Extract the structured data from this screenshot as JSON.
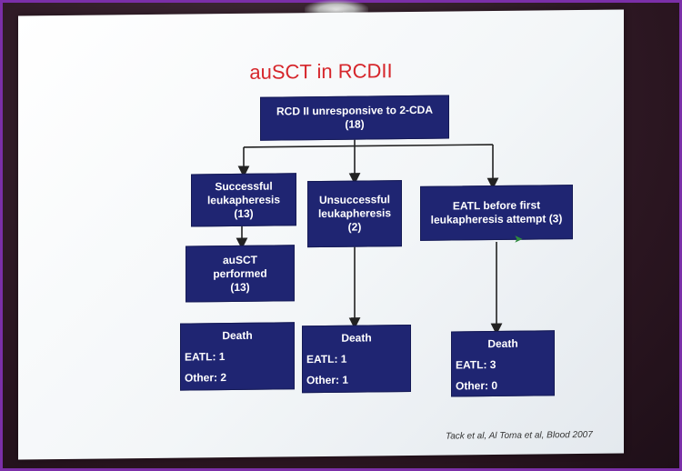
{
  "title": "auSCT in RCDII",
  "root": {
    "line1": "RCD II unresponsive to 2-CDA",
    "line2": "(18)"
  },
  "branches": [
    {
      "line1": "Successful",
      "line2": "leukapheresis",
      "line3": "(13)"
    },
    {
      "line1": "Unsuccessful",
      "line2": "leukapheresis",
      "line3": "(2)"
    },
    {
      "line1": "EATL before first",
      "line2": "leukapheresis attempt (3)"
    }
  ],
  "ausct": {
    "line1": "auSCT",
    "line2": "performed",
    "line3": "(13)"
  },
  "outcomes": [
    {
      "head": "Death",
      "row1": "EATL: 1",
      "row2": "Other: 2"
    },
    {
      "head": "Death",
      "row1": "EATL: 1",
      "row2": "Other: 1"
    },
    {
      "head": "Death",
      "row1": "EATL: 3",
      "row2": "Other: 0"
    }
  ],
  "citation": "Tack et al, Al Toma et al, Blood 2007",
  "colors": {
    "box": "#1f2572",
    "title": "#d6262b",
    "frame": "#7b2fa8"
  }
}
